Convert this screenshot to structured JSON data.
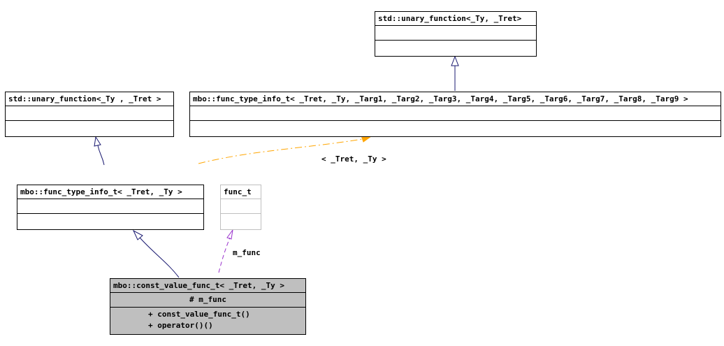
{
  "classes": {
    "std_unary_tmpl": {
      "name": "std::unary_function<_Ty, _Tret>"
    },
    "std_unary_inst": {
      "name": "std::unary_function<_Ty , _Tret >"
    },
    "func_type_info_full": {
      "name": "mbo::func_type_info_t< _Tret, _Ty, _Targ1, _Targ2, _Targ3, _Targ4, _Targ5, _Targ6, _Targ7, _Targ8, _Targ9 >"
    },
    "func_type_info_inst": {
      "name": "mbo::func_type_info_t< _Tret, _Ty >"
    },
    "func_t": {
      "name": "func_t"
    },
    "const_value_func": {
      "name": "mbo::const_value_func_t< _Tret, _Ty >",
      "attributes": [
        "# m_func"
      ],
      "methods": [
        "+ const_value_func_t()",
        "+ operator()()"
      ]
    }
  },
  "edge_labels": {
    "template_args": "< _Tret, _Ty >",
    "member_usage": "m_func"
  },
  "colors": {
    "inheritance": "#191970",
    "template_instance": "#ffa500",
    "usage": "#9a32cd",
    "selected_fill": "#bfbfbf",
    "undocumented_border": "#bfbfbf"
  }
}
